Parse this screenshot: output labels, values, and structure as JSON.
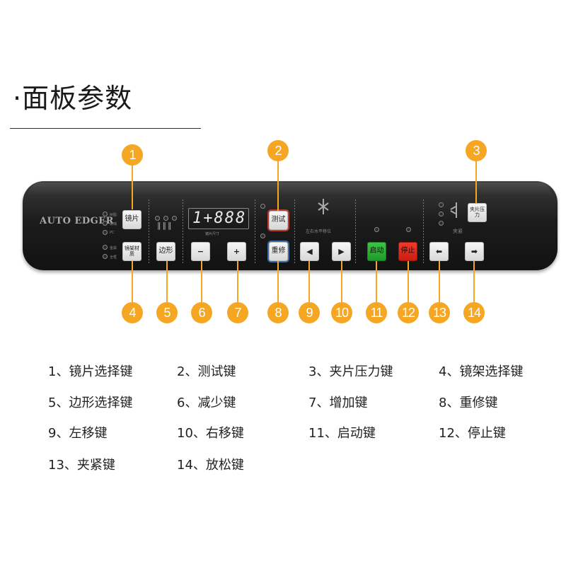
{
  "title": "·面板参数",
  "panel": {
    "brand": "AUTO EDGER",
    "display_text": "1+888",
    "display_caption": "镜片尺寸",
    "shift_caption": "左右水平移位",
    "clamp_caption": "夹紧",
    "lens_leds": [
      "树脂",
      "玻璃",
      "PC"
    ],
    "frame_leds": [
      "金属",
      "全框"
    ]
  },
  "keys": {
    "lens": "镜片",
    "frame_material": "镜架材质",
    "shape": "边形",
    "minus": "−",
    "plus": "+",
    "test": "测试",
    "retouch": "重修",
    "left": "◀",
    "right": "▶",
    "start": "启动",
    "stop": "停止",
    "clamp": "⬅",
    "release": "➡",
    "clamp_pressure": "夹片压力"
  },
  "badges": [
    "1",
    "2",
    "3",
    "4",
    "5",
    "6",
    "7",
    "8",
    "9",
    "10",
    "11",
    "12",
    "13",
    "14"
  ],
  "legend": [
    "1、镜片选择键",
    "2、测试键",
    "3、夹片压力键",
    "4、镜架选择键",
    "5、边形选择键",
    "6、减少键",
    "7、增加键",
    "8、重修键",
    "9、左移键",
    "10、右移键",
    "11、启动键",
    "12、停止键",
    "13、夹紧键",
    "14、放松键"
  ],
  "colors": {
    "accent": "#f5a623",
    "start_key": "#2db238",
    "stop_key": "#e0281a"
  }
}
